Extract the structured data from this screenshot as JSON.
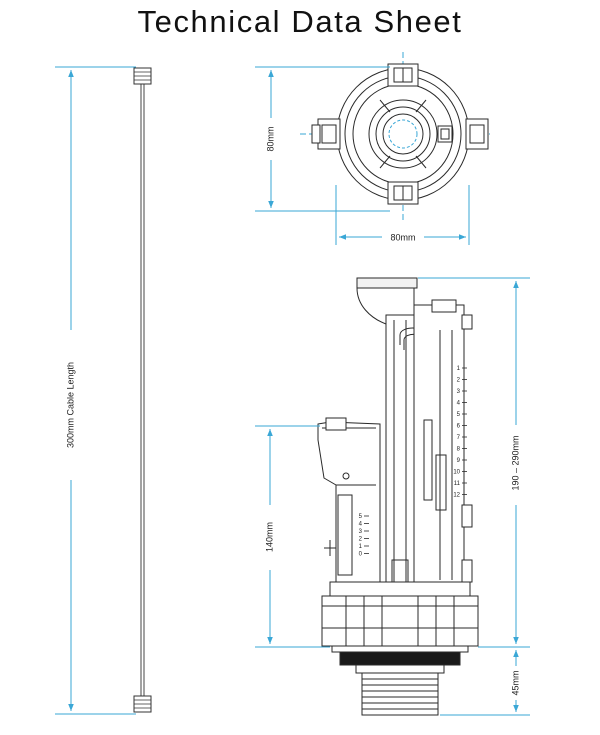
{
  "title": "Technical Data Sheet",
  "colors": {
    "dimension_line": "#3aa7d6",
    "drawing": "#2a2a2a",
    "fill_light": "#f2f2f2",
    "fill_dark": "#1a1a1a"
  },
  "dimensions": {
    "cable_length": "300mm Cable Length",
    "top_height": "80mm",
    "top_width": "80mm",
    "valve_height": "190 – 290mm",
    "float_height": "140mm",
    "thread_height": "45mm"
  },
  "left_scale": [
    "1",
    "2",
    "3",
    "4",
    "5",
    "6",
    "7",
    "8",
    "9",
    "10",
    "11",
    "12"
  ],
  "float_scale": [
    "5",
    "4",
    "3",
    "2",
    "1",
    "0"
  ]
}
